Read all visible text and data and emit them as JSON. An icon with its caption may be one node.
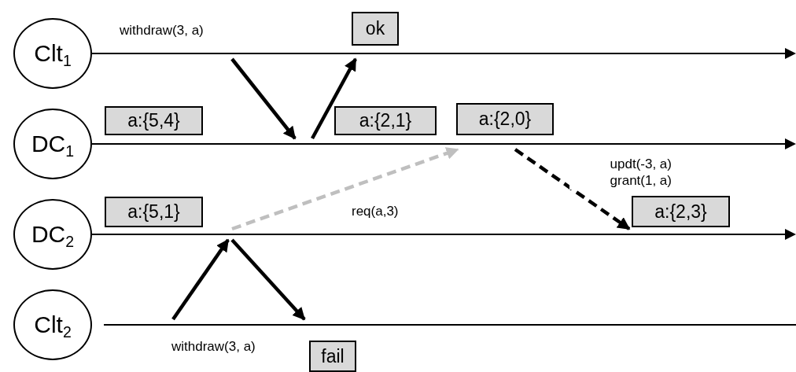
{
  "diagram": {
    "nodes": [
      {
        "text": [
          "Clt$_{1}$"
        ]
      },
      {
        "text": [
          "DC$_{1}$"
        ]
      },
      {
        "text": [
          "DC$_{2}$"
        ]
      },
      {
        "text": [
          "Clt$_{2}$"
        ]
      },
      {
        "text": [],
        "shape": "arrow"
      },
      {
        "text": [],
        "shape": "arrow"
      },
      {
        "text": [],
        "shape": "arrow"
      },
      {
        "text": [],
        "shape": "line"
      },
      {
        "text": [
          "ok"
        ]
      },
      {
        "text": [
          "a:{5,4}"
        ]
      },
      {
        "text": [
          "a:{2,1}"
        ]
      },
      {
        "text": [
          "a:{2,0}"
        ]
      },
      {
        "text": [
          "a:{5,1}"
        ]
      },
      {
        "text": [
          "a:{2,3}"
        ]
      },
      {
        "text": [
          "fail"
        ]
      }
    ],
    "edges": [
      {
        "from": 4,
        "to": 5,
        "arrow": "to",
        "label": "withdraw(3, a)"
      },
      {
        "from": 5,
        "to": 4,
        "arrow": "to"
      },
      {
        "from": 6,
        "to": 5,
        "arrow": "to",
        "label": "req(a,3)",
        "style": "dashed",
        "color": "#bfbfbf"
      },
      {
        "from": 5,
        "to": 6,
        "arrow": "to",
        "label": "updt(-3, a) grant(1, a)",
        "style": "dashed"
      },
      {
        "from": 7,
        "to": 6,
        "arrow": "to",
        "label": "withdraw(3, a)"
      },
      {
        "from": 6,
        "to": 7,
        "arrow": "to"
      }
    ]
  }
}
